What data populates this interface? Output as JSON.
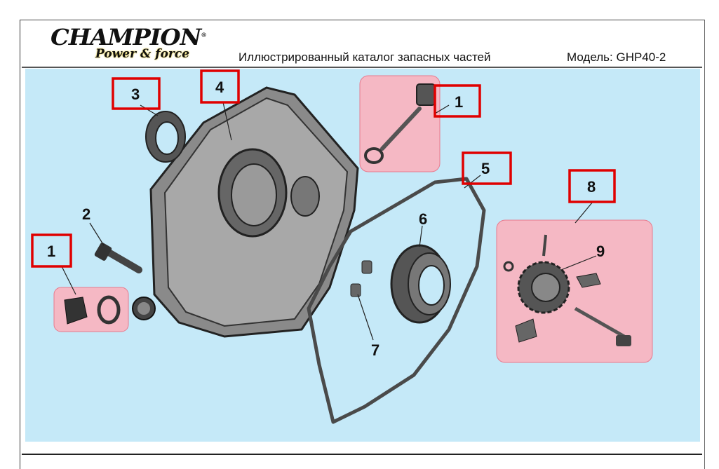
{
  "header": {
    "brand": "CHAMPION",
    "tagline": "Power & force",
    "title": "Иллюстрированный каталог запасных частей",
    "model": "Модель: GHP40-2"
  },
  "colors": {
    "background": "#c5e9f8",
    "callout_box": "#e00000",
    "highlight": "#f5b8c4",
    "part": "#5a5a5a"
  },
  "callouts": [
    {
      "id": "oil-seal",
      "label": "3"
    },
    {
      "id": "crankcase-cover",
      "label": "4"
    },
    {
      "id": "oil-dipstick-top",
      "label": "1"
    },
    {
      "id": "gasket",
      "label": "5"
    },
    {
      "id": "governor-assembly",
      "label": "8"
    },
    {
      "id": "governor-gear",
      "label": "9"
    },
    {
      "id": "bearing",
      "label": "6"
    },
    {
      "id": "dowel-pin",
      "label": "7"
    },
    {
      "id": "bolt",
      "label": "2"
    },
    {
      "id": "drain-plug",
      "label": "1"
    }
  ]
}
